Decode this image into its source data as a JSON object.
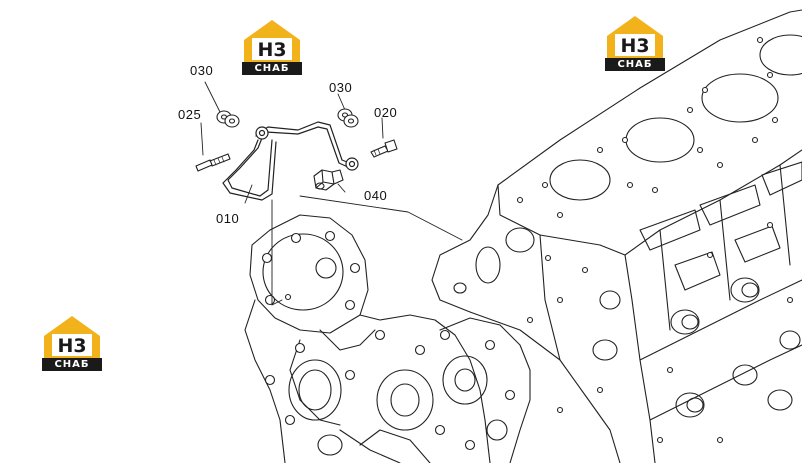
{
  "watermark": {
    "mark": "H3",
    "caption": "СНАБ",
    "accent": "#f2b21b"
  },
  "callouts": [
    {
      "id": "030",
      "text": "030"
    },
    {
      "id": "025",
      "text": "025"
    },
    {
      "id": "010",
      "text": "010"
    },
    {
      "id": "030b",
      "text": "030"
    },
    {
      "id": "020",
      "text": "020"
    },
    {
      "id": "040",
      "text": "040"
    }
  ]
}
